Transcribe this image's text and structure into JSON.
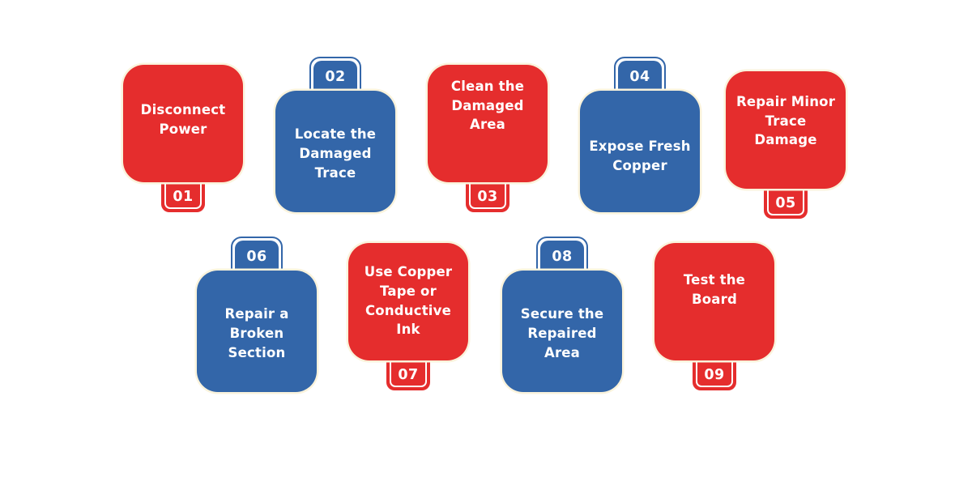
{
  "palette": {
    "step_red": "#E52D2D",
    "step_blue": "#3366A9",
    "card_halo": "#FAF3DC",
    "label_text": "#FFFFFF",
    "background": "#FFFFFF"
  },
  "steps": [
    {
      "number": "01",
      "label": "Disconnect\nPower",
      "color": "red",
      "tab_position": "bottom"
    },
    {
      "number": "02",
      "label": "Locate the\nDamaged\nTrace",
      "color": "blue",
      "tab_position": "top"
    },
    {
      "number": "03",
      "label": "Clean the\nDamaged Area",
      "color": "red",
      "tab_position": "bottom"
    },
    {
      "number": "04",
      "label": "Expose Fresh\nCopper",
      "color": "blue",
      "tab_position": "top"
    },
    {
      "number": "05",
      "label": "Repair Minor\nTrace\nDamage",
      "color": "red",
      "tab_position": "bottom"
    },
    {
      "number": "06",
      "label": "Repair a Broken\nSection",
      "color": "blue",
      "tab_position": "top"
    },
    {
      "number": "07",
      "label": "Use Copper\nTape or\nConductive\nInk",
      "color": "red",
      "tab_position": "bottom"
    },
    {
      "number": "08",
      "label": "Secure the\nRepaired\nArea",
      "color": "blue",
      "tab_position": "top"
    },
    {
      "number": "09",
      "label": "Test the\nBoard",
      "color": "red",
      "tab_position": "bottom"
    }
  ]
}
